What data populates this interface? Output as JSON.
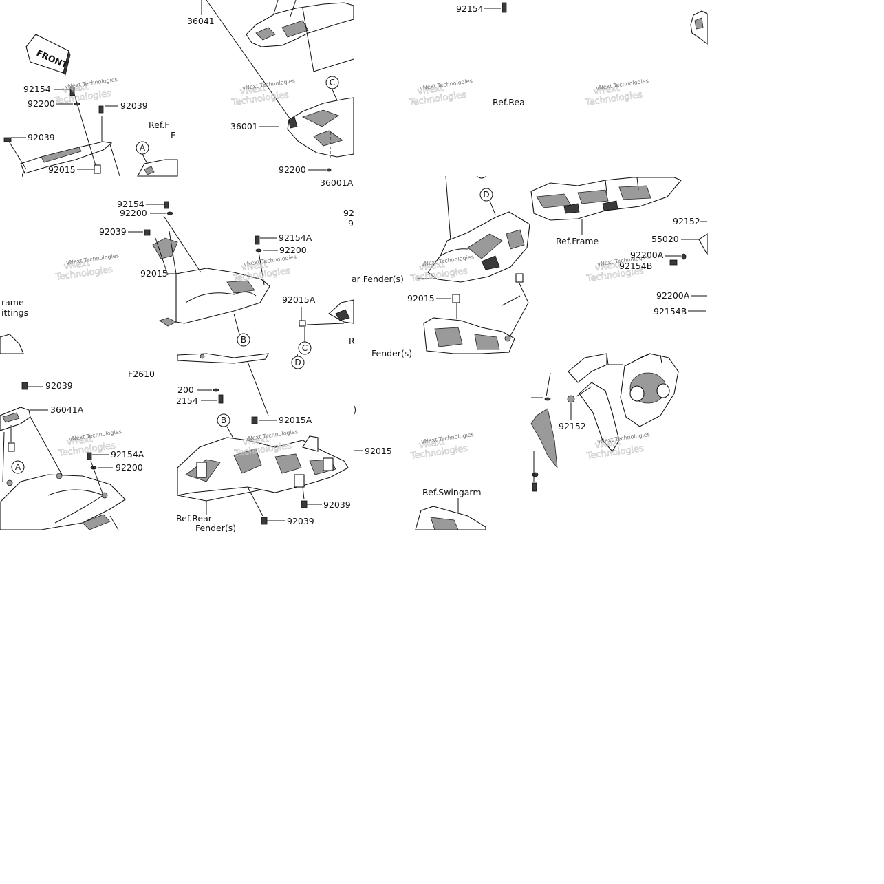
{
  "front_badge": "FRONT",
  "figure_code": "F2610",
  "watermark": "vNext Technologies",
  "callouts": [
    "A",
    "B",
    "C",
    "D"
  ],
  "refs": {
    "ref_frame_fittings_a": "Ref.F",
    "ref_frame_fittings_a2": "F",
    "ref_rear": "Ref.Rea",
    "ref_frame": "Ref.Frame",
    "ref_frame_fittings_b1": "rame",
    "ref_frame_fittings_b2": "ittings",
    "ref_rear_fender_a": "ar Fender(s)",
    "ref_rear_fender_b1": "Ref.Rear",
    "ref_rear_fender_b2": "Fender(s)",
    "ref_fender_cut": "Fender(s)",
    "ref_swingarm": "Ref.Swingarm",
    "ref_r_cut": "R"
  },
  "part_numbers": {
    "p36041": "36041",
    "p92154_top": "92154",
    "p92154_a": "92154",
    "p92200_a": "92200",
    "p92039_a": "92039",
    "p92039_b": "92039",
    "p92015_a": "92015",
    "p36001": "36001",
    "p92200_c": "92200",
    "p36001a": "36001A",
    "p92154_b": "92154",
    "p92200_b": "92200",
    "p92039_c": "92039",
    "p92015_b": "92015",
    "p92154a_a": "92154A",
    "p92200_d": "92200",
    "p92015a_a": "92015A",
    "p92_cut1": "92",
    "p9_cut": "9",
    "p92015_c": "92015",
    "p92152_a": "92152",
    "p55020": "55020",
    "p92200a_a": "92200A",
    "p92154b_a": "92154B",
    "p92200a_b": "92200A",
    "p92154b_b": "92154B",
    "p92039_d": "92039",
    "p36041a": "36041A",
    "p92154a_b": "92154A",
    "p92200_e": "92200",
    "p200_cut": "200",
    "p2154_cut": "2154",
    "p92015a_b": "92015A",
    "p92015_d": "92015",
    "p92039_e": "92039",
    "p92039_f": "92039",
    "p92152_b": "92152"
  }
}
